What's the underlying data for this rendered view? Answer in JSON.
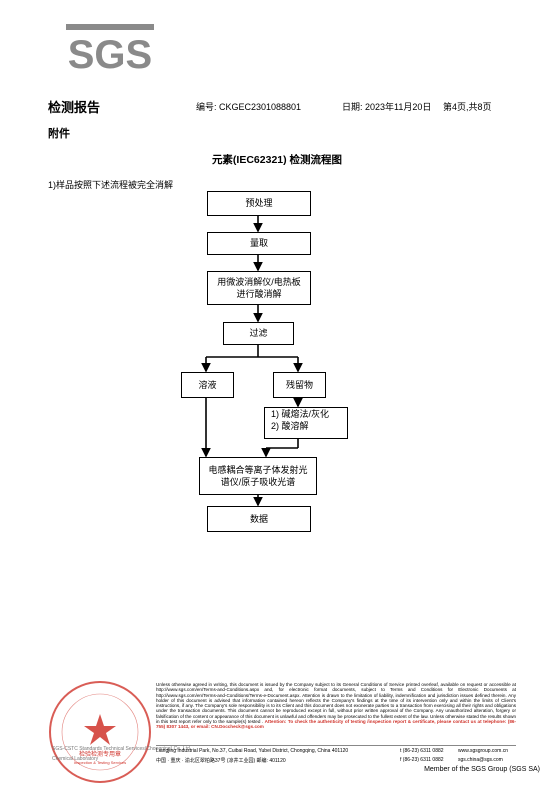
{
  "header": {
    "logo_text": "SGS",
    "report_title": "检测报告",
    "report_no": "编号: CKGEC2301088801",
    "date": "日期: 2023年11月20日",
    "page": "第4页,共8页",
    "attachment": "附件"
  },
  "flow": {
    "title": "元素(IEC62321) 检测流程图",
    "intro": "1)样品按照下述流程被完全消解",
    "steps": {
      "pretreat": "预处理",
      "weigh": "量取",
      "digest_line1": "用微波消解仪/电热板",
      "digest_line2": "进行酸消解",
      "filter": "过滤",
      "solution": "溶液",
      "residue": "残留物",
      "alkali1": "1)  碱熔法/灰化",
      "alkali2": "2)  酸溶解",
      "icp_line1": "电感耦合等离子体发射光",
      "icp_line2": "谱仪/原子吸收光谱",
      "data": "数据"
    }
  },
  "footer": {
    "fine_print": "Unless otherwise agreed in writing, this document is issued by the Company subject to its General Conditions of Service printed overleaf, available on request or accessible at http://www.sgs.com/en/Terms-and-Conditions.aspx and, for electronic format documents, subject to Terms and Conditions for Electronic Documents at http://www.sgs.com/en/Terms-and-Conditions/Terms-e-Document.aspx. Attention is drawn to the limitation of liability, indemnification and jurisdiction issues defined therein. Any holder of this document is advised that information contained hereon reflects the Company's findings at the time of its intervention only and within the limits of Client's instructions, if any. The Company's sole responsibility is to its Client and this document does not exonerate parties to a transaction from exercising all their rights and obligations under the transaction documents. This document cannot be reproduced except in full, without prior written approval of the Company. Any unauthorized alteration, forgery or falsification of the content or appearance of this document is unlawful and offenders may be prosecuted to the fullest extent of the law. Unless otherwise stated the results shown in this test report refer only to the sample(s) tested .",
    "attention": "Attention: To check the authenticity of testing /inspection report & certificate, please contact us at telephone: (86-755) 8307 1443, or email: CN.Doccheck@sgs.com",
    "addr_en": "Liangjing Industrial Park, No.37, Cuibai Road, Yubei District, Chongqing, China  401120",
    "addr_cn": "中国 · 重庆 · 渝北区翠柏路37号 (凉井工业园)    邮编: 401120",
    "tel1": "t (86-23) 6311 0882",
    "fax1": "f (86-23) 6311 0882",
    "web": "www.sgsgroup.com.cn",
    "email": "sgs.china@sgs.com",
    "member": "Member of the SGS Group (SGS SA)",
    "stamp_left1": "SGS-CSTC Standards Technical Services(Chongqing) Co.,Ltd.",
    "stamp_left2": "Chemical Laboratory",
    "seal_text": "检验检测专用章",
    "seal_en": "Inspection & Testing Services"
  },
  "colors": {
    "logo_gray": "#8a8a8a",
    "seal_red": "#d0342c"
  }
}
